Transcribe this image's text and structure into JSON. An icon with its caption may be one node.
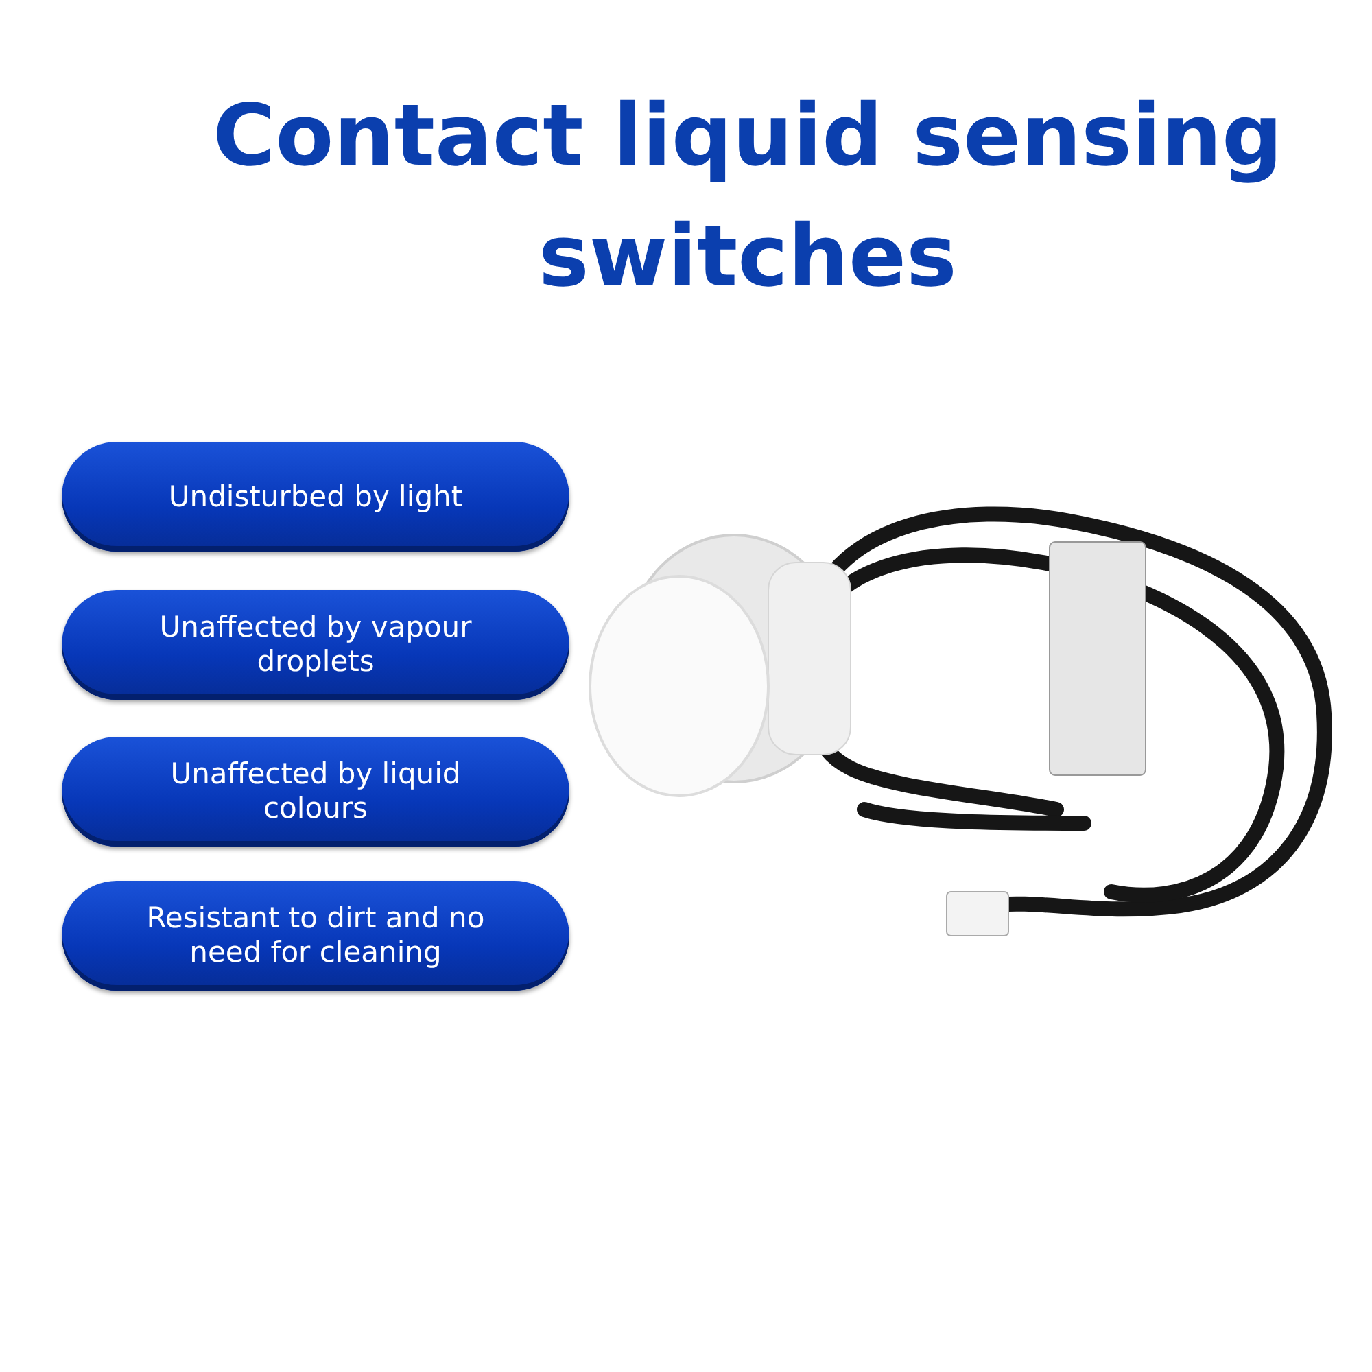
{
  "diagram": {
    "title": "Contact liquid sensing switches",
    "nodes": [
      {
        "text": [
          "Undisturbed by light"
        ]
      },
      {
        "text": [
          "Unaffected by vapour droplets"
        ]
      },
      {
        "text": [
          "Unaffected by liquid colours"
        ]
      },
      {
        "text": [
          "Resistant to dirt and no need for cleaning"
        ]
      }
    ],
    "edges": []
  }
}
